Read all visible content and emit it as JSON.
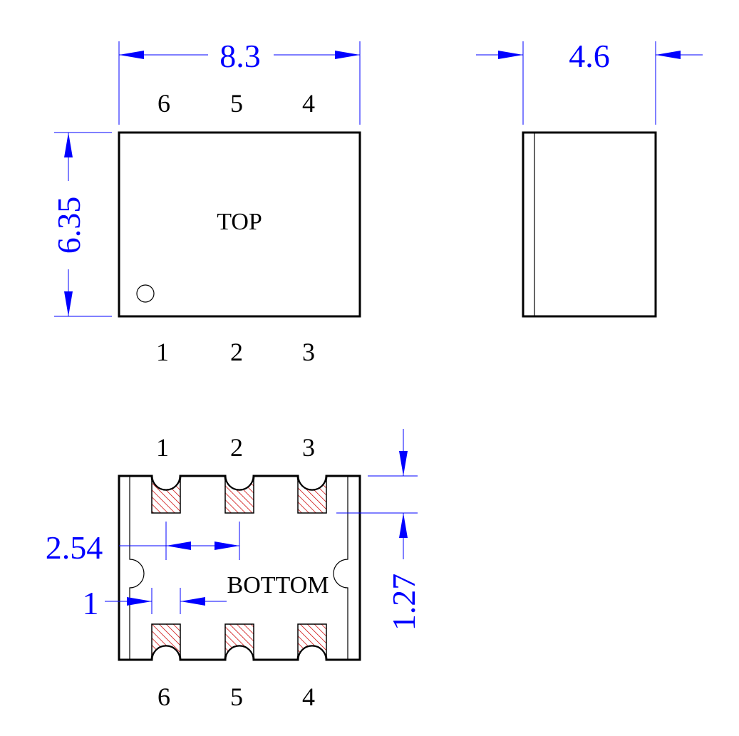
{
  "dimensions": {
    "width": "8.3",
    "height": "6.35",
    "depth": "4.6",
    "pitch": "2.54",
    "edge": "1",
    "pad": "1.27"
  },
  "top_view": {
    "label": "TOP",
    "pins_top": [
      "6",
      "5",
      "4"
    ],
    "pins_bottom": [
      "1",
      "2",
      "3"
    ]
  },
  "bottom_view": {
    "label": "BOTTOM",
    "pins_top": [
      "1",
      "2",
      "3"
    ],
    "pins_bottom": [
      "6",
      "5",
      "4"
    ]
  },
  "colors": {
    "dimension": "#0000ff",
    "outline": "#000000",
    "pad_hatch": "#cc0000"
  }
}
